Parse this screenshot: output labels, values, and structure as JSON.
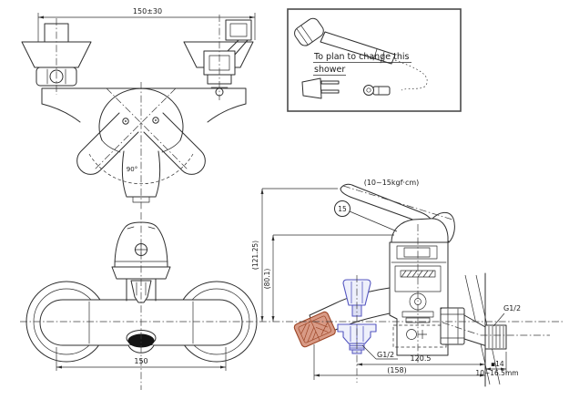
{
  "colors": {
    "line": "#2e2e2e",
    "accent_red": "#9c4526",
    "accent_red_fill": "#d89a85",
    "accent_blue": "#5456c0",
    "accent_blue_fill": "#eef0fb",
    "paper": "#ffffff"
  },
  "top_view": {
    "dim_width": "150±30",
    "angle_label": "90°"
  },
  "inset": {
    "note_line1": "To plan to change this",
    "note_line2": "shower"
  },
  "front_view": {
    "dim_width": "150"
  },
  "side_view": {
    "torque_note": "(10~15kgf·cm)",
    "balloon_number": "15",
    "dim_height_outer": "(121.25)",
    "dim_height_inner": "(80.1)",
    "thread_label_right": "G1/2",
    "thread_label_bottom": "G1/2",
    "dim_offset": "120.5",
    "dim_overall": "(158)",
    "dim_square": "▪14",
    "dim_depth": "10~16.5mm"
  }
}
